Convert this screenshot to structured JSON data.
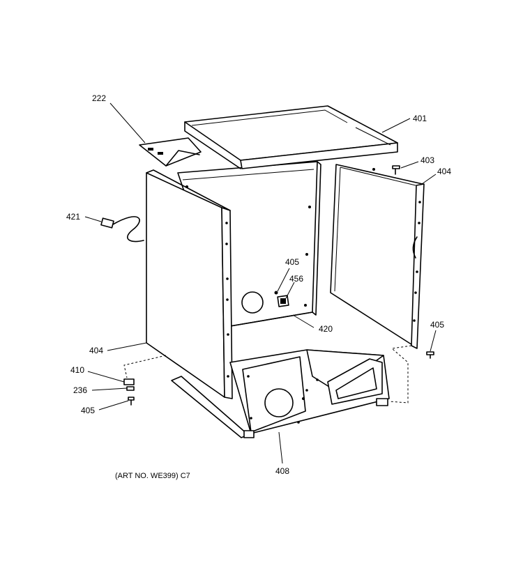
{
  "diagram": {
    "caption": "(ART NO. WE399) C7",
    "callouts": {
      "c222": "222",
      "c401": "401",
      "c403": "403",
      "c404_right": "404",
      "c421": "421",
      "c405_center": "405",
      "c456": "456",
      "c420": "420",
      "c405_right": "405",
      "c404_left": "404",
      "c410": "410",
      "c236": "236",
      "c405_left": "405",
      "c408": "408"
    }
  }
}
